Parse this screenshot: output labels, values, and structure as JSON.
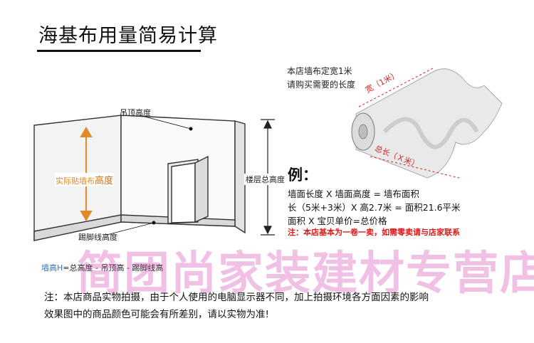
{
  "header": {
    "title": "海基布用量简易计算"
  },
  "room_diagram": {
    "ceiling_label": "吊顶高度",
    "wall_label_prefix": "实际贴墙布",
    "wall_label_accent": "高度",
    "floor_label": "楼层总高度",
    "skirting_label": "踢脚线高度",
    "formula_prefix": "墙高H",
    "formula_rest": "=总高度 - 吊顶高 - 踢脚线高"
  },
  "roll_diagram": {
    "line1": "本店墙布定宽1米",
    "line2": "请购买需要的长度",
    "width_label": "宽（1米）",
    "length_label": "总长（Ｘ米）"
  },
  "example": {
    "title": "例：",
    "line1": "墙面长度 X 墙面高度 = 墙布面积",
    "line2": "长（5米+3米）X 高2.7米 = 面积21.6平米",
    "line3": "面积 X 宝贝单价=总价格",
    "note": "注：本店基本为一卷一卖，如需零卖请与店家联系"
  },
  "watermark": "简团尚家装建材专营店",
  "notice": {
    "line1": "注：本店商品实物拍摄，由于个人使用的电脑显示器不同，加上拍摄环境各方面因素的影响",
    "line2": "效果图中的商品颜色可能会有所差别，请以实物为准!"
  },
  "colors": {
    "accent_orange": "#e08a2a",
    "note_red": "#e01818",
    "formula_blue": "#3a6fb3",
    "watermark_pink": "#d232aa"
  }
}
